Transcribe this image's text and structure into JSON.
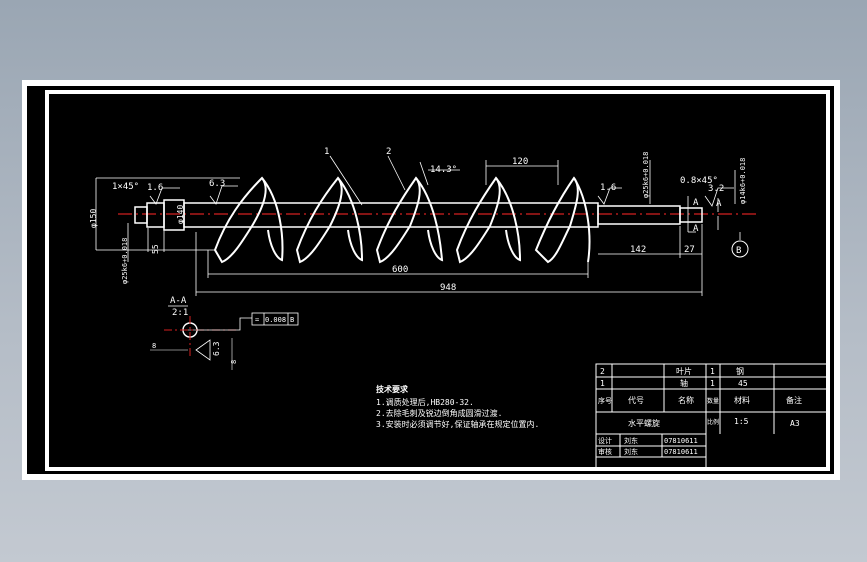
{
  "colors": {
    "paper": "#ffffff",
    "drawing_bg": "#000000",
    "line": "#ffffff",
    "centerline": "#d42020"
  },
  "dims": {
    "chamfer_left": "1×45°",
    "rough_left": "1.6",
    "rough_shaft": "6.3",
    "part1": "1",
    "part2": "2",
    "helix_angle": "14.3°",
    "pitch": "120",
    "tol_right": "φ25k6+0.018",
    "rough_right_a": "1.6",
    "chamfer_right": "0.8×45°",
    "rough_right_b": "3.2",
    "tol_end": "φ14k6+0.018",
    "dia_outer": "φ150",
    "dia_shaft": "φ140",
    "dia_left": "φ25k6+0.018",
    "len_left": "55",
    "len_blade": "600",
    "len_total": "948",
    "len_142": "142",
    "len_27": "27",
    "section_a": "A",
    "section_b": "B"
  },
  "section": {
    "title": "A-A",
    "scale": "2:1",
    "ref_tol": "0.008",
    "ref_datum": "B",
    "rough": "6.3",
    "dim_bottom": "8",
    "dim_left": "8"
  },
  "tech_req": {
    "heading": "技术要求",
    "items": [
      "1.调质处理后,HB280-32.",
      "2.去除毛刺及锐边倒角成圆滑过渡.",
      "3.安装时必须调节好,保证轴承在规定位置内."
    ]
  },
  "title_block": {
    "r1": [
      "2",
      "",
      "叶片",
      "1",
      "钢",
      ""
    ],
    "r2": [
      "1",
      "",
      "轴",
      "1",
      "45",
      ""
    ],
    "r3": [
      "序号",
      "代号",
      "名称",
      "数量",
      "材料",
      "备注"
    ],
    "scale_label": "比例",
    "scale_value": "1:5",
    "drawing_name": "水平螺旋",
    "sheet_size": "A3",
    "row_draw": [
      "设计",
      "刘东",
      "07810611"
    ],
    "row_check": [
      "审核",
      "刘东",
      "07810611"
    ]
  }
}
